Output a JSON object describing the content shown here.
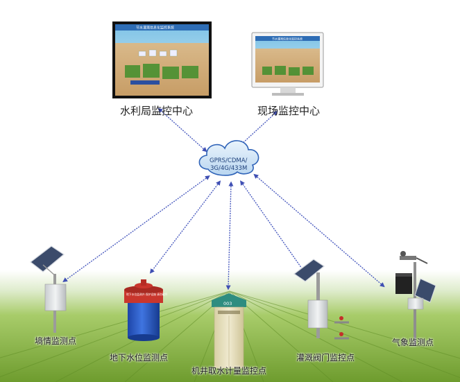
{
  "monitor_screen_title": "节水灌溉信息化监控系统",
  "centers": {
    "bureau_label": "水利局监控中心",
    "field_label": "现场监控中心"
  },
  "network": {
    "line1": "GPRS/CDMA/",
    "line2": "3G/4G/433M"
  },
  "points": {
    "soil_moisture": "墒情监测点",
    "groundwater": "地下水位监测点",
    "well_metering": "机井取水计量监控点",
    "irrigation_valve": "灌溉阀门监控点",
    "weather": "气象监测点"
  },
  "well_cabinet_number": "003",
  "tank_sign": "地下水位监测井 保护设施 请勿破坏",
  "colors": {
    "link": "#4a5bbf",
    "cloud": "#cfe3f6",
    "sky": "#ffffff",
    "field": "#8fbf4a"
  }
}
